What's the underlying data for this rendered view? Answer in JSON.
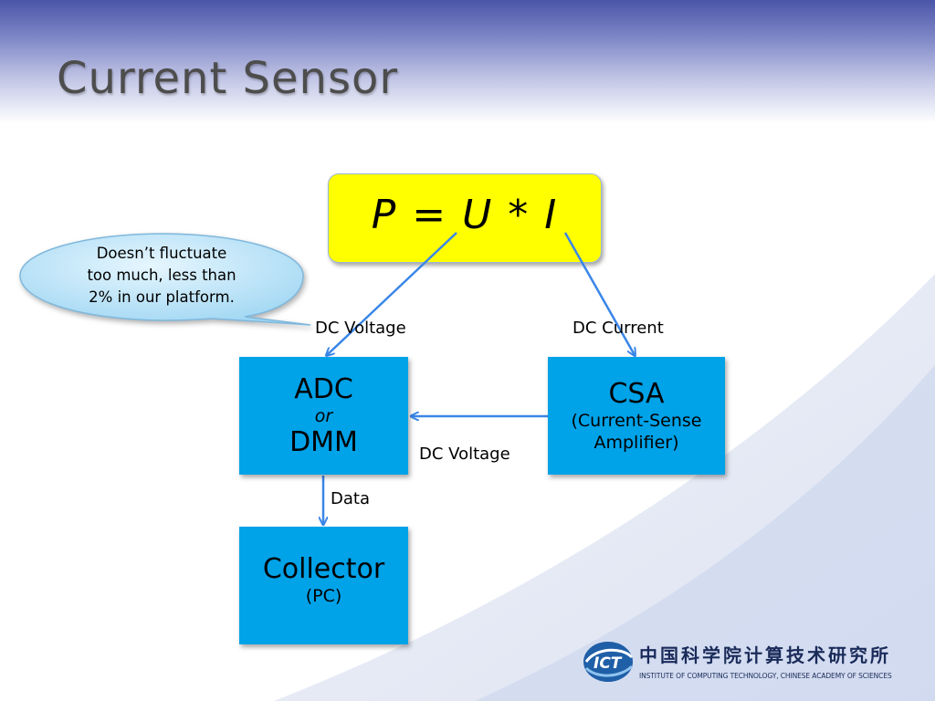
{
  "slide": {
    "title": "Current Sensor"
  },
  "formula": {
    "text": "P = U * I"
  },
  "callout": {
    "lines": [
      "Doesn’t fluctuate",
      "too much, less than",
      "2% in our platform."
    ]
  },
  "blocks": {
    "adc": {
      "line1": "ADC",
      "line2": "or",
      "line3": "DMM"
    },
    "csa": {
      "line1": "CSA",
      "line2": "(Current-Sense",
      "line3": "Amplifier)"
    },
    "collector": {
      "line1": "Collector",
      "line2": "(PC)"
    }
  },
  "labels": {
    "dc_voltage_top": "DC Voltage",
    "dc_current": "DC Current",
    "dc_voltage_mid": "DC Voltage",
    "data": "Data"
  },
  "logo": {
    "acronym": "ICT",
    "chinese_name": "中国科学院计算技术研究所",
    "english_name": "INSTITUTE OF COMPUTING TECHNOLOGY, CHINESE ACADEMY OF SCIENCES"
  },
  "colors": {
    "box_blue": "#00a2e8",
    "formula_yellow": "#ffff00",
    "arrow_blue": "#3a86e8",
    "callout_fill": "#bfe6fa"
  }
}
